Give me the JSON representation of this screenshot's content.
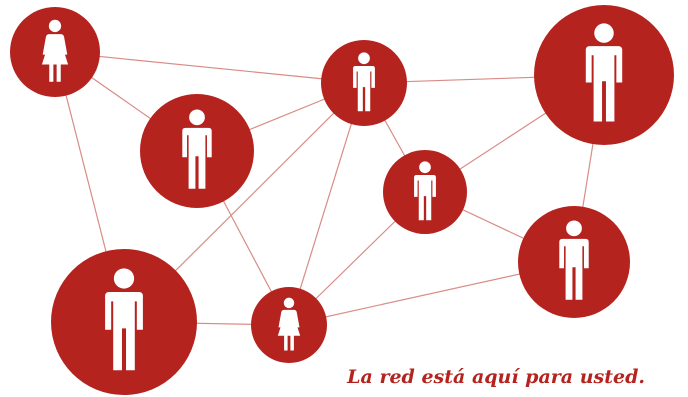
{
  "tagline": "La red está aquí para usted.",
  "colors": {
    "node": "#b5231e",
    "edge": "#d98c86",
    "figure": "#ffffff",
    "tagline": "#b5231e"
  },
  "nodes": [
    {
      "id": "woman-top-left",
      "icon": "woman-icon"
    },
    {
      "id": "man-center-left",
      "icon": "man-icon"
    },
    {
      "id": "man-top-center",
      "icon": "man-icon"
    },
    {
      "id": "man-top-right",
      "icon": "man-icon"
    },
    {
      "id": "man-center",
      "icon": "man-icon"
    },
    {
      "id": "man-bottom-left",
      "icon": "man-icon"
    },
    {
      "id": "woman-bottom-center",
      "icon": "woman-icon"
    },
    {
      "id": "man-bottom-right",
      "icon": "man-icon"
    }
  ],
  "edges": [
    [
      "woman-top-left",
      "man-top-center"
    ],
    [
      "woman-top-left",
      "man-center-left"
    ],
    [
      "woman-top-left",
      "man-bottom-left"
    ],
    [
      "man-center-left",
      "man-top-center"
    ],
    [
      "man-center-left",
      "woman-bottom-center"
    ],
    [
      "man-top-center",
      "man-top-right"
    ],
    [
      "man-top-center",
      "man-center"
    ],
    [
      "man-top-center",
      "man-bottom-left"
    ],
    [
      "man-top-center",
      "woman-bottom-center"
    ],
    [
      "man-top-right",
      "man-center"
    ],
    [
      "man-top-right",
      "man-bottom-right"
    ],
    [
      "man-center",
      "man-bottom-right"
    ],
    [
      "man-center",
      "woman-bottom-center"
    ],
    [
      "man-bottom-left",
      "woman-bottom-center"
    ],
    [
      "woman-bottom-center",
      "man-bottom-right"
    ]
  ]
}
